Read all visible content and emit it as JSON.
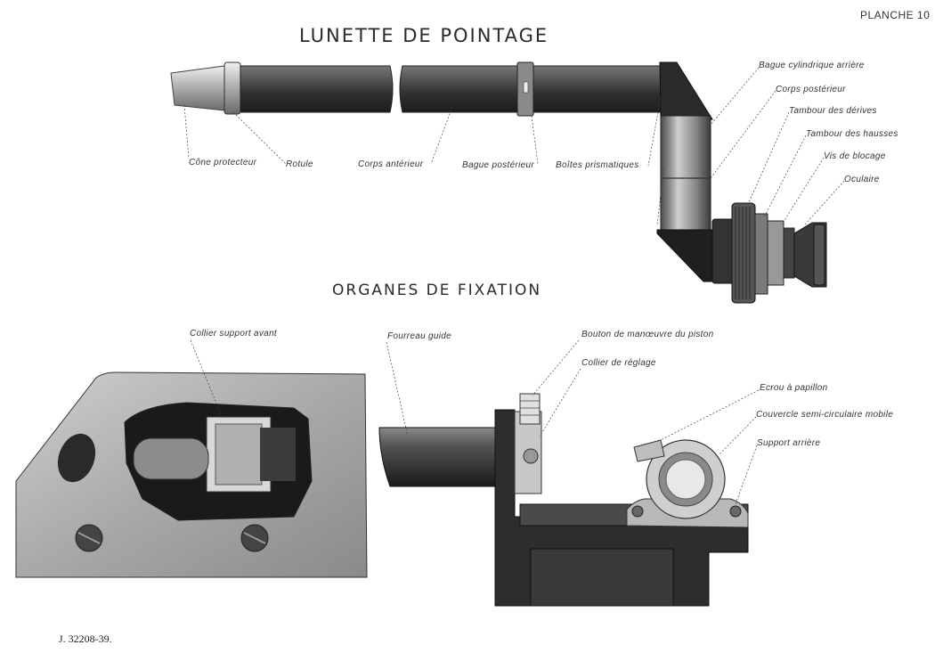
{
  "plate_label": "PLANCHE 10",
  "title_top": "LUNETTE DE POINTAGE",
  "title_bottom": "ORGANES DE FIXATION",
  "labels_top": {
    "cone_protecteur": "Cône protecteur",
    "rotule": "Rotule",
    "corps_anterieur": "Corps antérieur",
    "bague_posterieur": "Bague postérieur",
    "boites_prismatiques": "Boîtes prismatiques",
    "bague_cylindrique": "Bague cylindrique arrière",
    "corps_posterieur": "Corps postérieur",
    "tambour_derives": "Tambour des dérives",
    "tambour_hausses": "Tambour des hausses",
    "vis_blocage": "Vis de blocage",
    "oculaire": "Oculaire"
  },
  "labels_bottom": {
    "collier_support_avant": "Collier support avant",
    "fourreau_guide": "Fourreau guide",
    "bouton_piston": "Bouton de manœuvre du piston",
    "collier_reglage": "Collier de réglage",
    "ecrou_papillon": "Ecrou à papillon",
    "couvercle": "Couvercle semi-circulaire mobile",
    "support_arriere": "Support arrière"
  },
  "footer_ref": "J. 32208-39."
}
